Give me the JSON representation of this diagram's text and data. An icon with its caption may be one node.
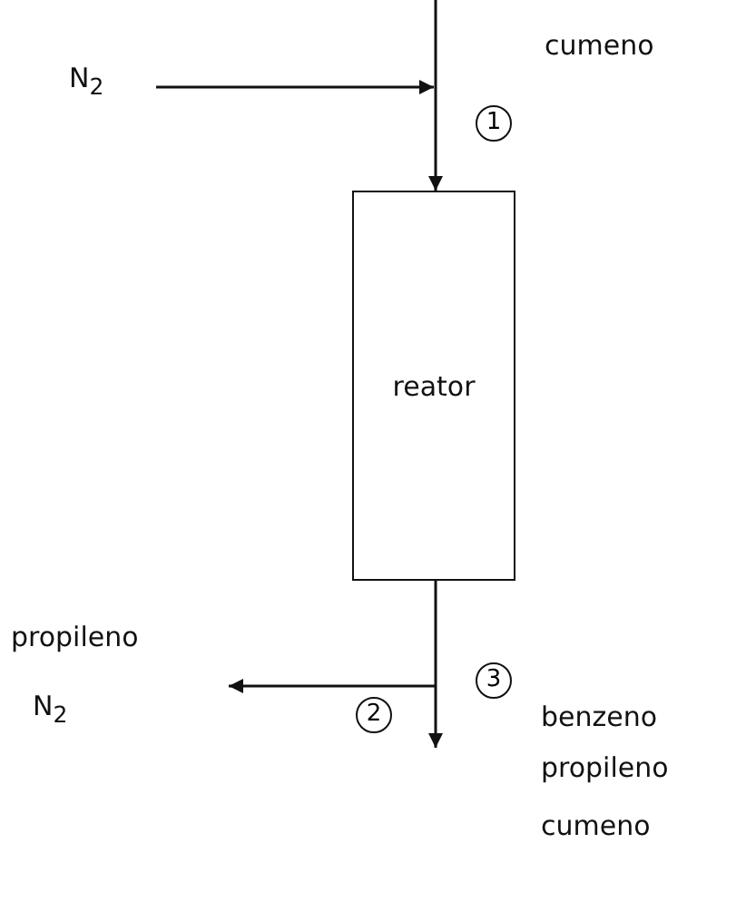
{
  "diagram": {
    "nodes": [
      {
        "text": [
          "reator"
        ]
      },
      {
        "text": [
          "N$_{2}$"
        ]
      },
      {
        "text": [
          "propileno",
          "N$_{2}$"
        ]
      }
    ],
    "edges": [
      {
        "from": null,
        "to": 0,
        "arrow": "to"
      },
      {
        "from": 1,
        "to": null,
        "arrow": "to"
      },
      {
        "from": 0,
        "to": null,
        "arrow": "to"
      },
      {
        "from": null,
        "to": 2,
        "arrow": "to"
      }
    ],
    "labels": [
      "cumeno",
      "1",
      "2",
      "3",
      "benzeno",
      "propileno",
      "cumeno"
    ]
  }
}
